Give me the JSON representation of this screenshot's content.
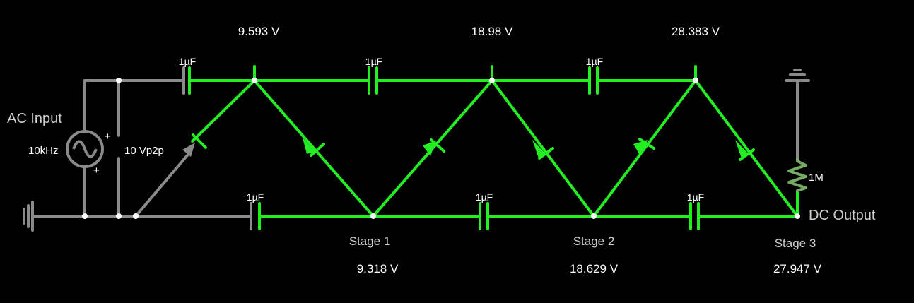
{
  "colors": {
    "background": "#000000",
    "active_wire": "#22ee22",
    "inactive_wire": "#8a8a8a",
    "text": "#ffffff",
    "label_gray": "#cfcfcf",
    "resistor": "#77aa66"
  },
  "source": {
    "label": "AC Input",
    "frequency": "10kHz",
    "amplitude": "10 Vp2p",
    "plus_top": "+",
    "plus_bottom": "+"
  },
  "top_voltages": [
    "9.593 V",
    "18.98 V",
    "28.383 V"
  ],
  "bottom_voltages": [
    "9.318 V",
    "18.629 V",
    "27.947 V"
  ],
  "stages": [
    "Stage 1",
    "Stage 2",
    "Stage 3"
  ],
  "top_caps": [
    "1µF",
    "1µF",
    "1µF"
  ],
  "bottom_caps": [
    "1µF",
    "1µF",
    "1µF"
  ],
  "load": {
    "resistor": "1M",
    "output_label": "DC Output"
  }
}
